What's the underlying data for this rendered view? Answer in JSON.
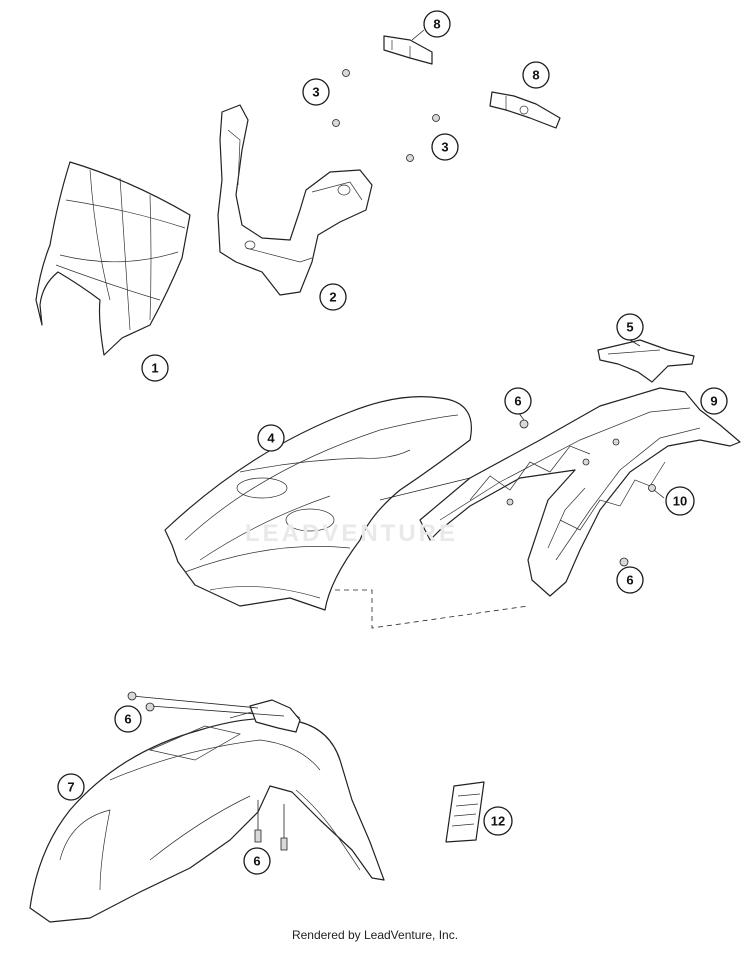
{
  "diagram": {
    "callouts": [
      {
        "id": "callout-1",
        "label": "1"
      },
      {
        "id": "callout-2",
        "label": "2"
      },
      {
        "id": "callout-3a",
        "label": "3"
      },
      {
        "id": "callout-3b",
        "label": "3"
      },
      {
        "id": "callout-4",
        "label": "4"
      },
      {
        "id": "callout-5",
        "label": "5"
      },
      {
        "id": "callout-6a",
        "label": "6"
      },
      {
        "id": "callout-6b",
        "label": "6"
      },
      {
        "id": "callout-6c",
        "label": "6"
      },
      {
        "id": "callout-6d",
        "label": "6"
      },
      {
        "id": "callout-7",
        "label": "7"
      },
      {
        "id": "callout-8a",
        "label": "8"
      },
      {
        "id": "callout-8b",
        "label": "8"
      },
      {
        "id": "callout-9",
        "label": "9"
      },
      {
        "id": "callout-10",
        "label": "10"
      },
      {
        "id": "callout-12",
        "label": "12"
      }
    ],
    "watermark": "LEADVENTURE",
    "footer": "Rendered by LeadVenture, Inc."
  }
}
